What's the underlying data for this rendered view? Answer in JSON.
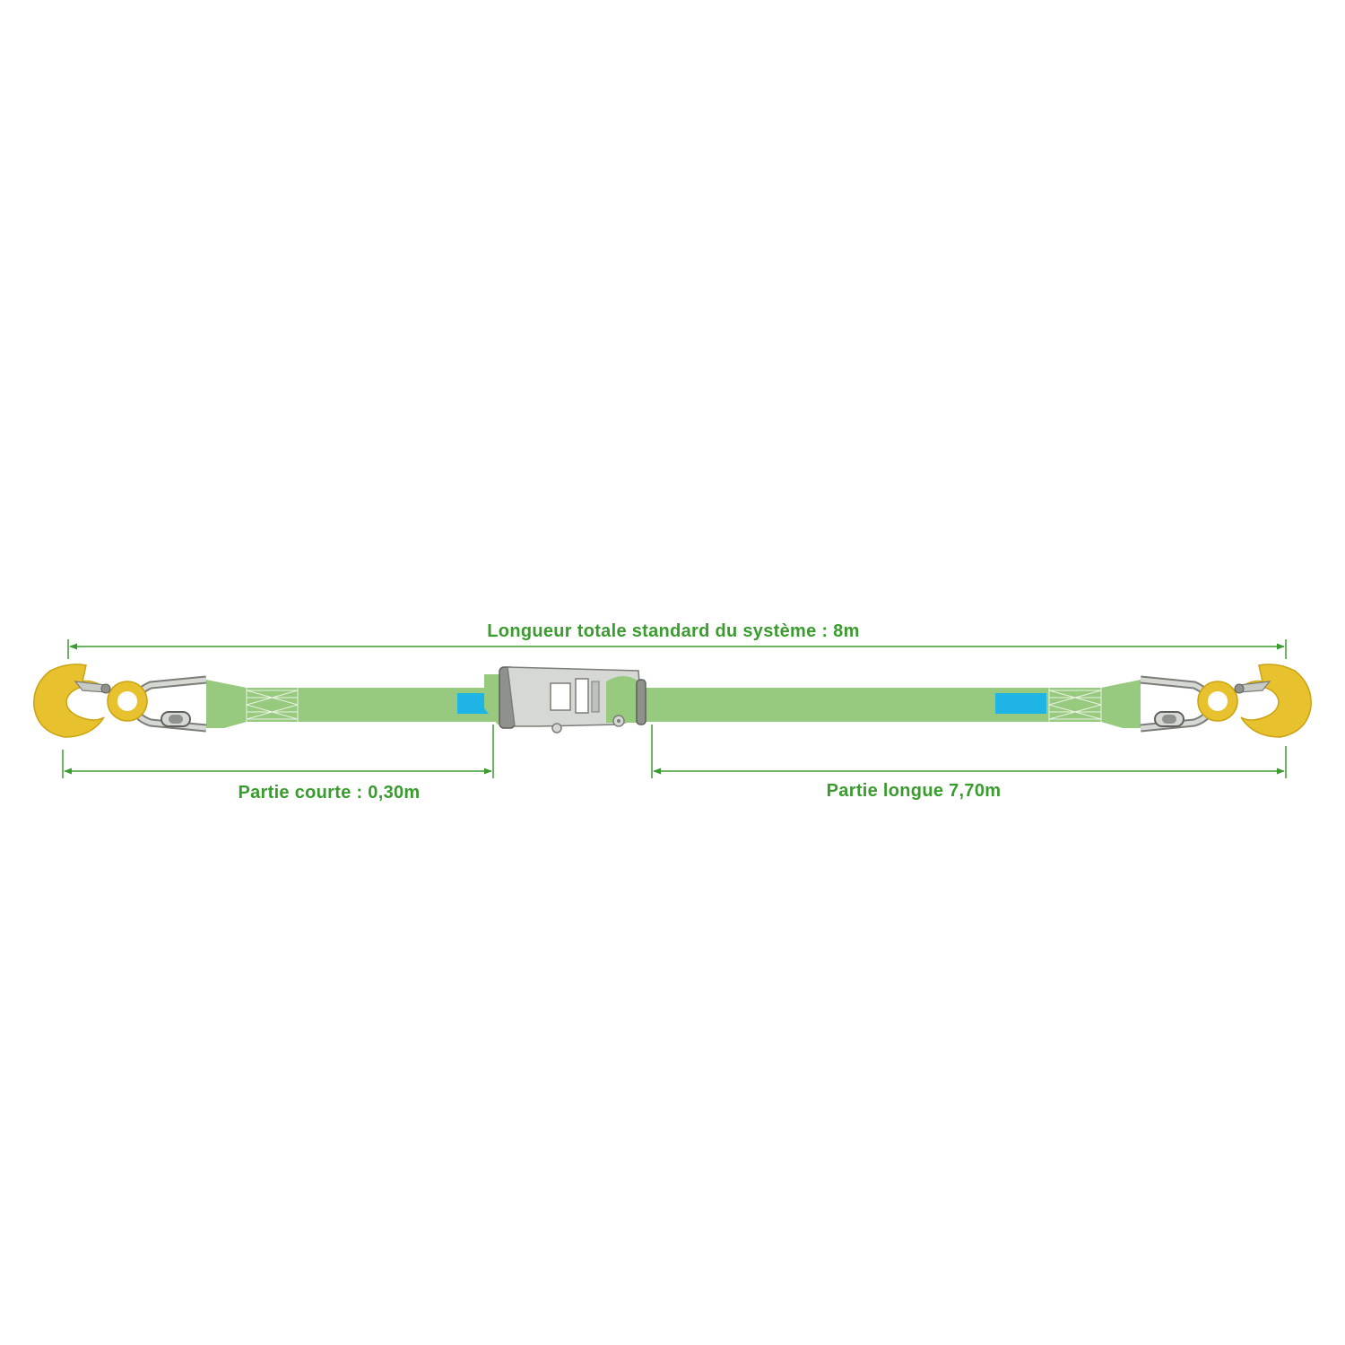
{
  "dimensions": {
    "total": {
      "label": "Longueur totale standard du système : 8m"
    },
    "short": {
      "label": "Partie courte : 0,30m"
    },
    "long": {
      "label": "Partie longue 7,70m"
    }
  },
  "colors": {
    "dimension": "#3a9b2e",
    "strap": "#97c97e",
    "strap_stitch": "#e9f4e2",
    "label_patch": "#1eb4e6",
    "hook": "#e8c22e",
    "hook_outline": "#c9a312",
    "metal": "#d6d8d3",
    "metal_outline": "#7b7d78",
    "metal_dark": "#6f716c"
  },
  "icons": [
    "hook-icon",
    "snap-link-icon",
    "ratchet-icon",
    "label-patch-icon"
  ]
}
